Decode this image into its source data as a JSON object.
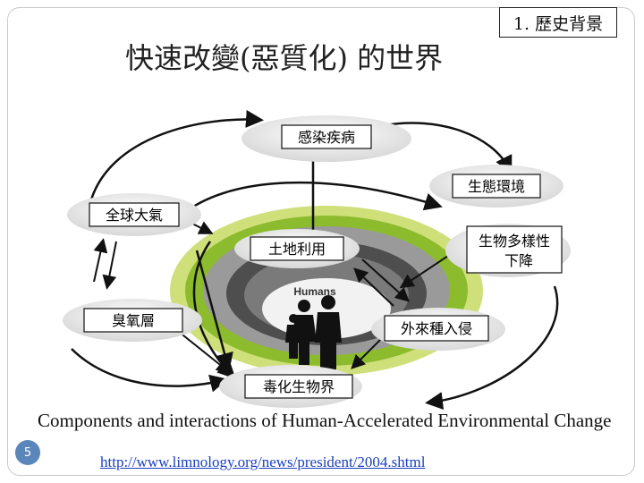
{
  "slide": {
    "section_tag": "1. 歷史背景",
    "title": "快速改變(惡質化) 的世界",
    "caption": "Components and interactions of Human-Accelerated Environmental Change",
    "link": "http://www.limnology.org/news/president/2004.shtml",
    "page_number": "5"
  },
  "diagram": {
    "center_label": "Humans",
    "nodes": {
      "disease": "感染疾病",
      "ecosystem": "生態環境",
      "atmosphere": "全球大氣",
      "land_use": "土地利用",
      "biodiversity_line1": "生物多樣性",
      "biodiversity_line2": "下降",
      "ozone": "臭氧層",
      "invasion": "外來種入侵",
      "toxic": "毒化生物界"
    }
  }
}
